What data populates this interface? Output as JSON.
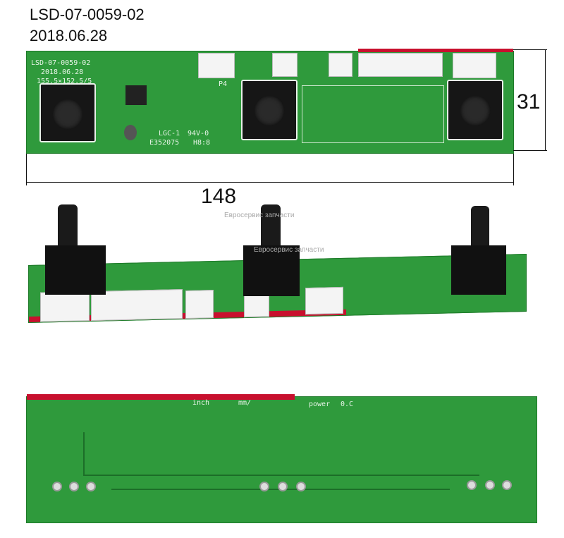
{
  "caption": {
    "part_number": "LSD-07-0059-02",
    "date": "2018.06.28"
  },
  "dimensions": {
    "height_mm": "31",
    "width_mm": "148"
  },
  "silkscreen": {
    "part_number": "LSD-07-0059-02",
    "date": "2018.06.28",
    "size": "155.5×152.5/5",
    "logo_text": "LGC-1",
    "rating": "94V-0",
    "code": "E352075",
    "marks": "H8:8",
    "connector_p4": "P4",
    "bottom_text_left": "inch",
    "bottom_text_mid": "mm/",
    "bottom_text_power": "power",
    "bottom_text_oc": "0.C"
  },
  "watermark": "Евросервис запчасти",
  "colors": {
    "pcb": "#2f9a3c",
    "glue": "#c8102e"
  }
}
